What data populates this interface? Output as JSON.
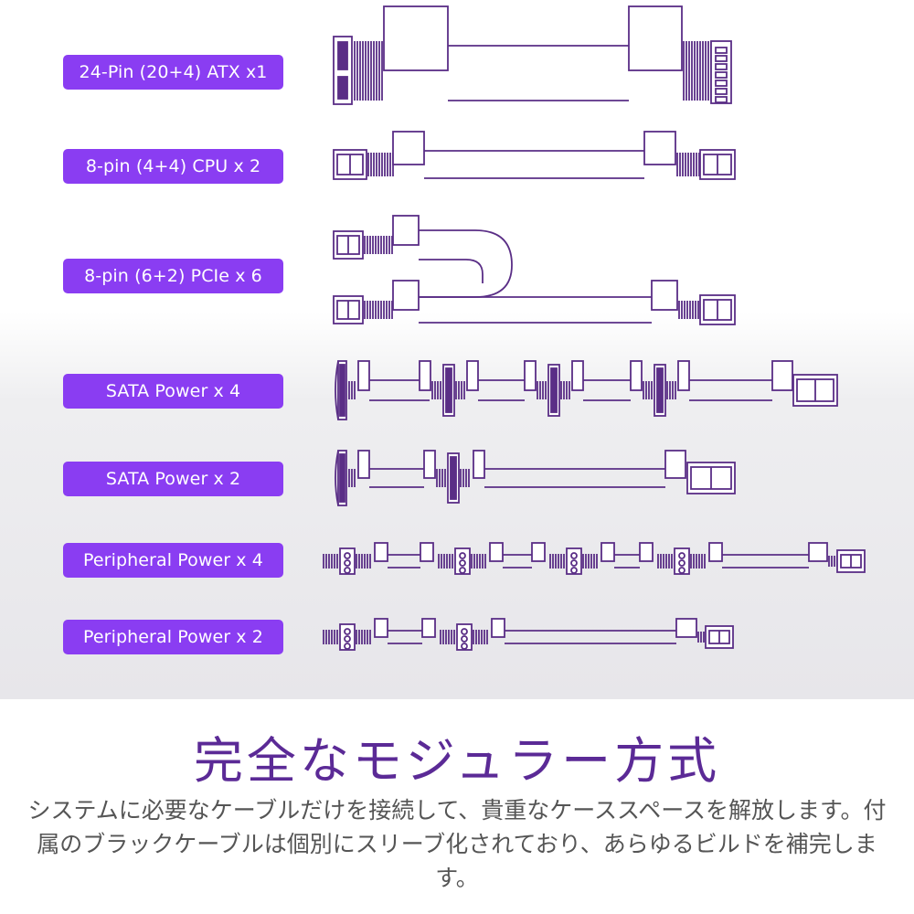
{
  "colors": {
    "accent": "#8a3df2",
    "line": "#5a2e86",
    "headline": "#5b2a96",
    "body_text": "#555555"
  },
  "cables": [
    {
      "label": "24-Pin (20+4) ATX x1"
    },
    {
      "label": "8-pin (4+4) CPU x 2"
    },
    {
      "label": "8-pin (6+2) PCIe x 6"
    },
    {
      "label": "SATA Power x 4"
    },
    {
      "label": "SATA Power x 2"
    },
    {
      "label": "Peripheral Power x 4"
    },
    {
      "label": "Peripheral Power x 2"
    }
  ],
  "headline": "完全なモジュラー方式",
  "description": "システムに必要なケーブルだけを接続して、貴重なケーススペースを解放します。付属のブラックケーブルは個別にスリーブ化されており、あらゆるビルドを補完します。"
}
